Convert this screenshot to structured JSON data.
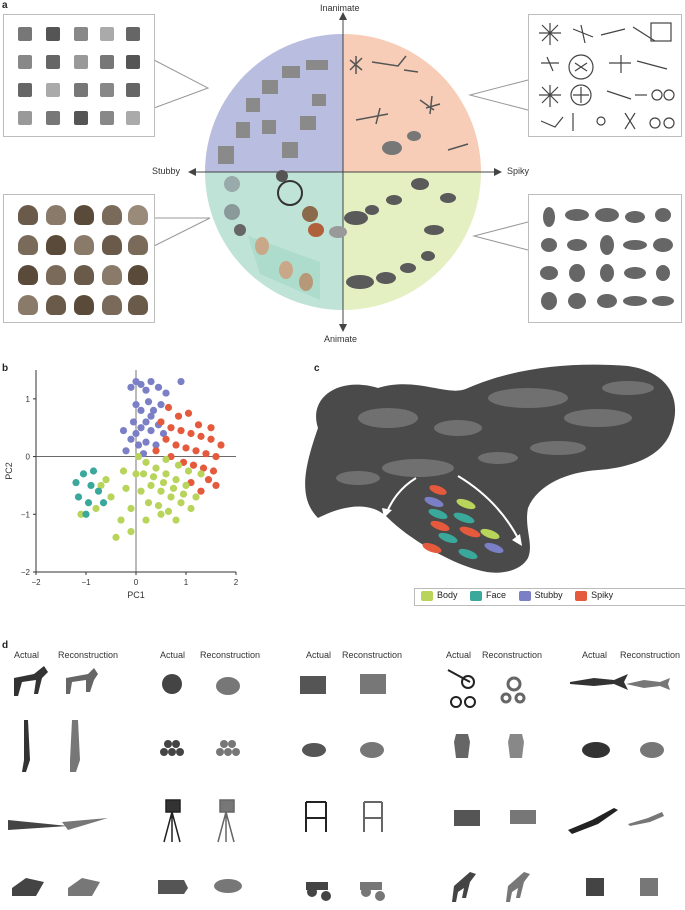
{
  "panel_a": {
    "label": "a",
    "axes": {
      "top": "Inanimate",
      "bottom": "Animate",
      "left": "Stubby",
      "right": "Spiky"
    },
    "quadrant_colors": {
      "stubby_inanimate": "#b9bde0",
      "spiky_inanimate": "#f7cdb8",
      "stubby_animate": "#bfe3d6",
      "spiky_animate": "#e4efc2"
    }
  },
  "panel_b": {
    "label": "b",
    "chart_data": {
      "type": "scatter",
      "xlabel": "PC1",
      "ylabel": "PC2",
      "xlim": [
        -2,
        2
      ],
      "ylim": [
        -2,
        1.5
      ],
      "xticks": [
        "−2",
        "−1",
        "0",
        "1",
        "2"
      ],
      "yticks": [
        "1",
        "0",
        "−1",
        "−2"
      ],
      "series": [
        {
          "name": "Stubby",
          "color": "#7b7fc6",
          "points": [
            [
              -0.1,
              1.2
            ],
            [
              0.0,
              1.3
            ],
            [
              0.1,
              1.25
            ],
            [
              0.2,
              1.15
            ],
            [
              0.3,
              1.3
            ],
            [
              0.45,
              1.2
            ],
            [
              0.6,
              1.1
            ],
            [
              0.9,
              1.3
            ],
            [
              0.0,
              0.9
            ],
            [
              0.1,
              0.8
            ],
            [
              0.25,
              0.95
            ],
            [
              0.35,
              0.8
            ],
            [
              0.5,
              0.9
            ],
            [
              -0.05,
              0.6
            ],
            [
              0.1,
              0.5
            ],
            [
              0.2,
              0.6
            ],
            [
              0.3,
              0.45
            ],
            [
              0.45,
              0.55
            ],
            [
              0.55,
              0.4
            ],
            [
              -0.1,
              0.3
            ],
            [
              0.05,
              0.2
            ],
            [
              0.2,
              0.25
            ],
            [
              -0.2,
              0.1
            ],
            [
              0.15,
              0.05
            ],
            [
              0.4,
              0.2
            ],
            [
              0.3,
              0.7
            ],
            [
              0.0,
              0.4
            ],
            [
              -0.25,
              0.45
            ]
          ]
        },
        {
          "name": "Spiky",
          "color": "#e55a3c",
          "points": [
            [
              0.5,
              0.6
            ],
            [
              0.7,
              0.5
            ],
            [
              0.9,
              0.45
            ],
            [
              1.1,
              0.4
            ],
            [
              1.3,
              0.35
            ],
            [
              1.5,
              0.3
            ],
            [
              0.6,
              0.3
            ],
            [
              0.8,
              0.2
            ],
            [
              1.0,
              0.15
            ],
            [
              1.2,
              0.1
            ],
            [
              1.4,
              0.05
            ],
            [
              1.6,
              0.0
            ],
            [
              0.7,
              0.0
            ],
            [
              0.95,
              -0.1
            ],
            [
              1.15,
              -0.15
            ],
            [
              1.35,
              -0.2
            ],
            [
              1.55,
              -0.25
            ],
            [
              0.85,
              0.7
            ],
            [
              1.05,
              0.75
            ],
            [
              0.4,
              0.1
            ],
            [
              1.25,
              0.55
            ],
            [
              1.45,
              -0.4
            ],
            [
              1.3,
              -0.6
            ],
            [
              1.1,
              -0.45
            ],
            [
              0.65,
              0.85
            ],
            [
              1.5,
              0.5
            ],
            [
              1.7,
              0.2
            ],
            [
              1.6,
              -0.5
            ]
          ]
        },
        {
          "name": "Body",
          "color": "#b8d45a",
          "points": [
            [
              0.2,
              -0.1
            ],
            [
              0.4,
              -0.2
            ],
            [
              0.6,
              -0.3
            ],
            [
              0.8,
              -0.4
            ],
            [
              1.0,
              -0.5
            ],
            [
              0.3,
              -0.5
            ],
            [
              0.5,
              -0.6
            ],
            [
              0.7,
              -0.7
            ],
            [
              0.9,
              -0.8
            ],
            [
              1.1,
              -0.9
            ],
            [
              0.0,
              -0.3
            ],
            [
              0.1,
              -0.6
            ],
            [
              0.25,
              -0.8
            ],
            [
              -0.1,
              -0.9
            ],
            [
              -0.3,
              -1.1
            ],
            [
              -0.5,
              -0.7
            ],
            [
              -0.7,
              -0.5
            ],
            [
              -0.8,
              -0.9
            ],
            [
              -1.1,
              -1.0
            ],
            [
              -0.4,
              -1.4
            ],
            [
              -0.1,
              -1.3
            ],
            [
              0.2,
              -1.1
            ],
            [
              0.5,
              -1.0
            ],
            [
              0.8,
              -1.1
            ],
            [
              1.2,
              -0.7
            ],
            [
              1.3,
              -0.3
            ],
            [
              0.6,
              -0.05
            ],
            [
              0.85,
              -0.15
            ],
            [
              1.05,
              -0.25
            ],
            [
              0.35,
              -0.35
            ],
            [
              0.55,
              -0.45
            ],
            [
              0.75,
              -0.55
            ],
            [
              0.95,
              -0.65
            ],
            [
              0.45,
              -0.85
            ],
            [
              0.65,
              -0.95
            ],
            [
              -0.2,
              -0.55
            ],
            [
              -0.6,
              -0.4
            ],
            [
              0.15,
              -0.3
            ],
            [
              0.05,
              0.0
            ],
            [
              -0.25,
              -0.25
            ]
          ]
        },
        {
          "name": "Face",
          "color": "#3aa89a",
          "points": [
            [
              -1.2,
              -0.45
            ],
            [
              -1.05,
              -0.3
            ],
            [
              -0.9,
              -0.5
            ],
            [
              -1.15,
              -0.7
            ],
            [
              -0.95,
              -0.8
            ],
            [
              -0.75,
              -0.6
            ],
            [
              -0.85,
              -0.25
            ],
            [
              -0.65,
              -0.8
            ],
            [
              -1.0,
              -1.0
            ]
          ]
        }
      ]
    }
  },
  "panel_c": {
    "label": "c",
    "legend": [
      {
        "name": "Body",
        "color": "#b8d45a"
      },
      {
        "name": "Face",
        "color": "#3aa89a"
      },
      {
        "name": "Stubby",
        "color": "#7b7fc6"
      },
      {
        "name": "Spiky",
        "color": "#e55a3c"
      }
    ]
  },
  "panel_d": {
    "label": "d",
    "columns": [
      {
        "actual": "Actual",
        "reconstruction": "Reconstruction"
      },
      {
        "actual": "Actual",
        "reconstruction": "Reconstruction"
      },
      {
        "actual": "Actual",
        "reconstruction": "Reconstruction"
      },
      {
        "actual": "Actual",
        "reconstruction": "Reconstruction"
      },
      {
        "actual": "Actual",
        "reconstruction": "Reconstruction"
      }
    ],
    "objects": [
      [
        "horse",
        "apple",
        "building",
        "tricycle",
        "swordfish"
      ],
      [
        "giraffe",
        "grapes",
        "basket-of-fruit",
        "jug",
        "oval-dish"
      ],
      [
        "airplane",
        "camera-tripod",
        "chair",
        "chest",
        "swordfish-2"
      ],
      [
        "iron",
        "shoe",
        "toy-car",
        "dog",
        "engine-part"
      ]
    ]
  }
}
